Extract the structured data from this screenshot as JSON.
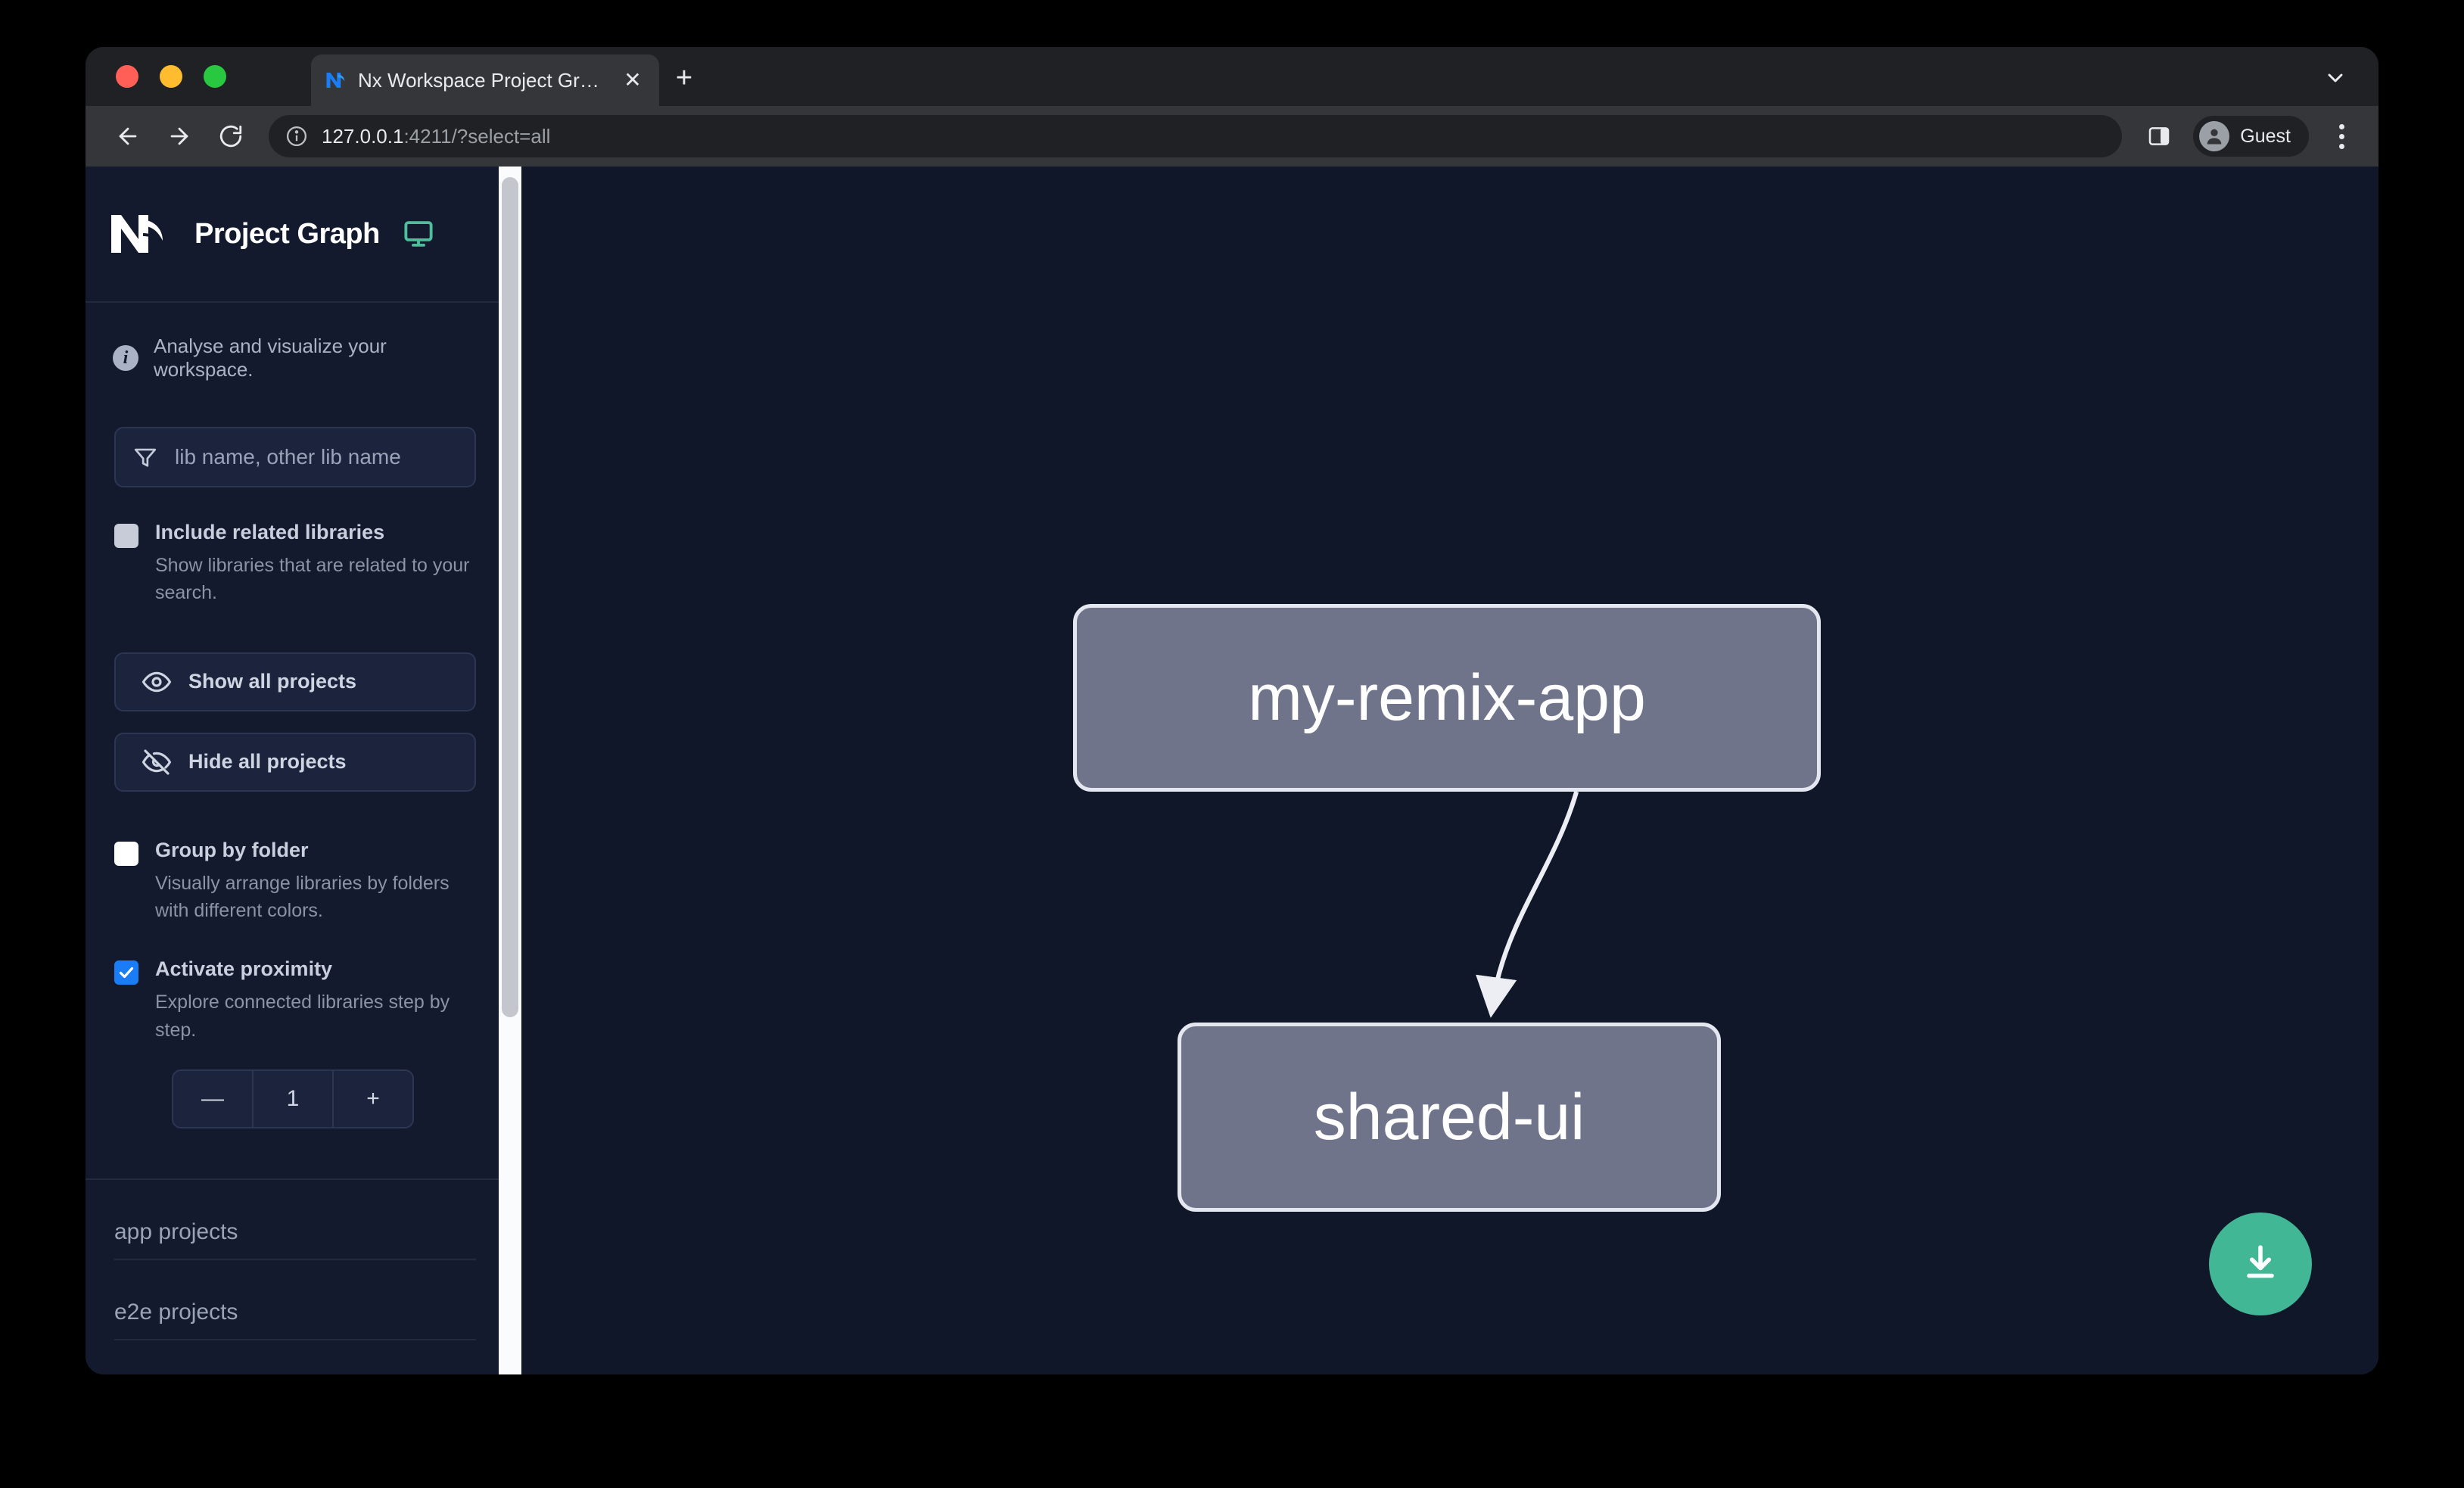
{
  "browser": {
    "tab": {
      "title": "Nx Workspace Project Graph",
      "favicon_icon": "nx-favicon-icon",
      "close_icon": "close-icon"
    },
    "new_tab_icon": "plus-icon",
    "tab_list_icon": "chevron-down-icon",
    "toolbar": {
      "back_icon": "back-arrow-icon",
      "forward_icon": "forward-arrow-icon",
      "reload_icon": "reload-icon",
      "info_icon": "info-circle-icon",
      "url_host": "127.0.0.1",
      "url_rest": ":4211/?select=all",
      "side_panel_icon": "side-panel-icon",
      "profile_label": "Guest",
      "profile_avatar_icon": "account-avatar-icon",
      "menu_icon": "three-dot-menu-icon"
    }
  },
  "sidebar": {
    "logo_icon": "nx-logo-icon",
    "title": "Project Graph",
    "display_mode_icon": "monitor-icon",
    "info": {
      "icon": "info-icon",
      "text": "Analyse and visualize your workspace."
    },
    "filter": {
      "icon": "filter-funnel-icon",
      "placeholder": "lib name, other lib name",
      "value": ""
    },
    "options": [
      {
        "id": "include-related-libraries",
        "label": "Include related libraries",
        "description": "Show libraries that are related to your search.",
        "checked": false,
        "checkbox_style": "gray"
      },
      {
        "id": "group-by-folder",
        "label": "Group by folder",
        "description": "Visually arrange libraries by folders with different colors.",
        "checked": false,
        "checkbox_style": "white"
      },
      {
        "id": "activate-proximity",
        "label": "Activate proximity",
        "description": "Explore connected libraries step by step.",
        "checked": true,
        "checkbox_style": "blue"
      }
    ],
    "buttons": {
      "show_all": {
        "label": "Show all projects",
        "icon": "eye-icon"
      },
      "hide_all": {
        "label": "Hide all projects",
        "icon": "eye-slash-icon"
      }
    },
    "proximity_stepper": {
      "decrement_label": "—",
      "value": "1",
      "increment_label": "+"
    },
    "project_sections": [
      {
        "title": "app projects"
      },
      {
        "title": "e2e projects"
      }
    ]
  },
  "graph": {
    "nodes": [
      {
        "id": "my-remix-app",
        "label": "my-remix-app"
      },
      {
        "id": "shared-ui",
        "label": "shared-ui"
      }
    ],
    "edges": [
      {
        "from": "my-remix-app",
        "to": "shared-ui"
      }
    ],
    "download_button": {
      "icon": "download-icon"
    }
  },
  "colors": {
    "accent_green": "#42b795",
    "checkbox_blue": "#1a7df5",
    "node_fill": "#70748a",
    "node_border": "#e4e7ef",
    "sidebar_bg": "#131a2e",
    "graph_bg": "#101729"
  }
}
